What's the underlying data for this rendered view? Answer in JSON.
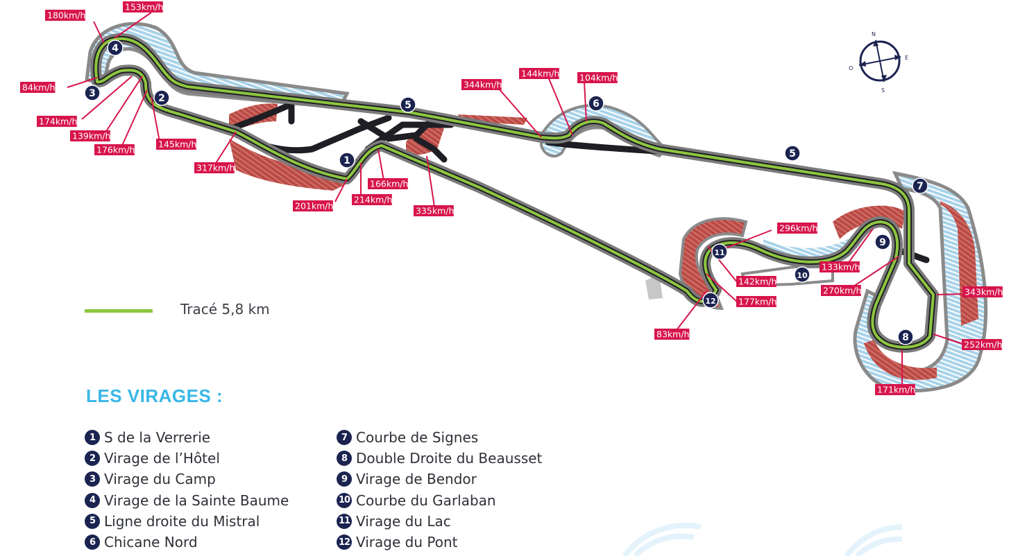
{
  "legend": {
    "label": "Tracé 5,8 km",
    "line_color": "#8dc63f"
  },
  "compass": {
    "north": "N",
    "east": "E",
    "south": "S",
    "west": "O"
  },
  "turns_title": "LES VIRAGES :",
  "turns": [
    {
      "number": "1",
      "name": "S de la Verrerie"
    },
    {
      "number": "2",
      "name": "Virage de l’Hôtel"
    },
    {
      "number": "3",
      "name": "Virage du Camp"
    },
    {
      "number": "4",
      "name": "Virage de la Sainte Baume"
    },
    {
      "number": "5",
      "name": "Ligne droite du Mistral"
    },
    {
      "number": "6",
      "name": "Chicane Nord"
    },
    {
      "number": "7",
      "name": "Courbe de Signes"
    },
    {
      "number": "8",
      "name": "Double Droite du Beausset"
    },
    {
      "number": "9",
      "name": "Virage de Bendor"
    },
    {
      "number": "10",
      "name": "Courbe du Garlaban"
    },
    {
      "number": "11",
      "name": "Virage du Lac"
    },
    {
      "number": "12",
      "name": "Virage du Pont"
    }
  ],
  "speeds": [
    "180km/h",
    "153km/h",
    "84km/h",
    "174km/h",
    "139km/h",
    "176km/h",
    "145km/h",
    "317km/h",
    "201km/h",
    "214km/h",
    "166km/h",
    "335km/h",
    "344km/h",
    "144km/h",
    "104km/h",
    "296km/h",
    "142km/h",
    "177km/h",
    "83km/h",
    "133km/h",
    "270km/h",
    "343km/h",
    "252km/h",
    "171km/h"
  ],
  "map_markers": [
    "1",
    "2",
    "3",
    "4",
    "5",
    "5",
    "6",
    "7",
    "8",
    "9",
    "10",
    "11",
    "12"
  ],
  "colors": {
    "accent_blue": "#38b6e8",
    "marker_navy": "#1b2350",
    "speed_red": "#d7154b",
    "track_green": "#8dc63f",
    "runoff_red": "#c0504d",
    "runoff_blue": "#a9d3ea"
  }
}
